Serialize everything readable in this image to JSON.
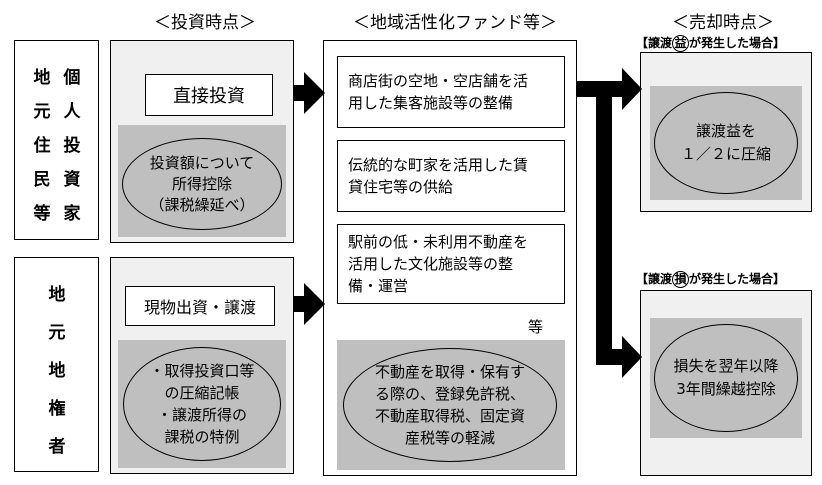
{
  "headers": {
    "investment_time": "＜投資時点＞",
    "fund": "＜地域活性化ファンド等＞",
    "sale_time": "＜売却時点＞"
  },
  "investors": {
    "individual": {
      "col1": [
        "個",
        "人",
        "投",
        "資",
        "家"
      ],
      "col2": [
        "地",
        "元",
        "住",
        "民",
        "等"
      ]
    },
    "landowner": [
      "地",
      "元",
      "地",
      "権",
      "者"
    ]
  },
  "direct": {
    "label": "直接投資",
    "benefit": [
      "投資額について",
      "所得控除",
      "（課税繰延べ）"
    ]
  },
  "in_kind": {
    "label": "現物出資・譲渡",
    "benefit": [
      "・取得投資口等",
      "の圧縮記帳",
      "・譲渡所得の",
      "課税の特例"
    ]
  },
  "fund_items": [
    [
      "商店街の空地・空店舗を活",
      "用した集客施設等の整備"
    ],
    [
      "伝統的な町家を活用した賃",
      "貸住宅等の供給"
    ],
    [
      "駅前の低・未利用不動産を",
      "活用した文化施設等の整",
      "備・運営"
    ]
  ],
  "fund_etc": "等",
  "fund_benefit": [
    "不動産を取得・保有す",
    "る際の、登録免許税、",
    "不動産取得税、固定資",
    "産税等の軽減"
  ],
  "gain": {
    "caption_open": "【譲渡",
    "caption_mark": "益",
    "caption_close": "が発生した場合】",
    "benefit": [
      "譲渡益を",
      "１／２に圧縮"
    ]
  },
  "loss": {
    "caption_open": "【譲渡",
    "caption_mark": "損",
    "caption_close": "が発生した場合】",
    "benefit": [
      "損失を翌年以降",
      "3年間繰越控除"
    ]
  }
}
